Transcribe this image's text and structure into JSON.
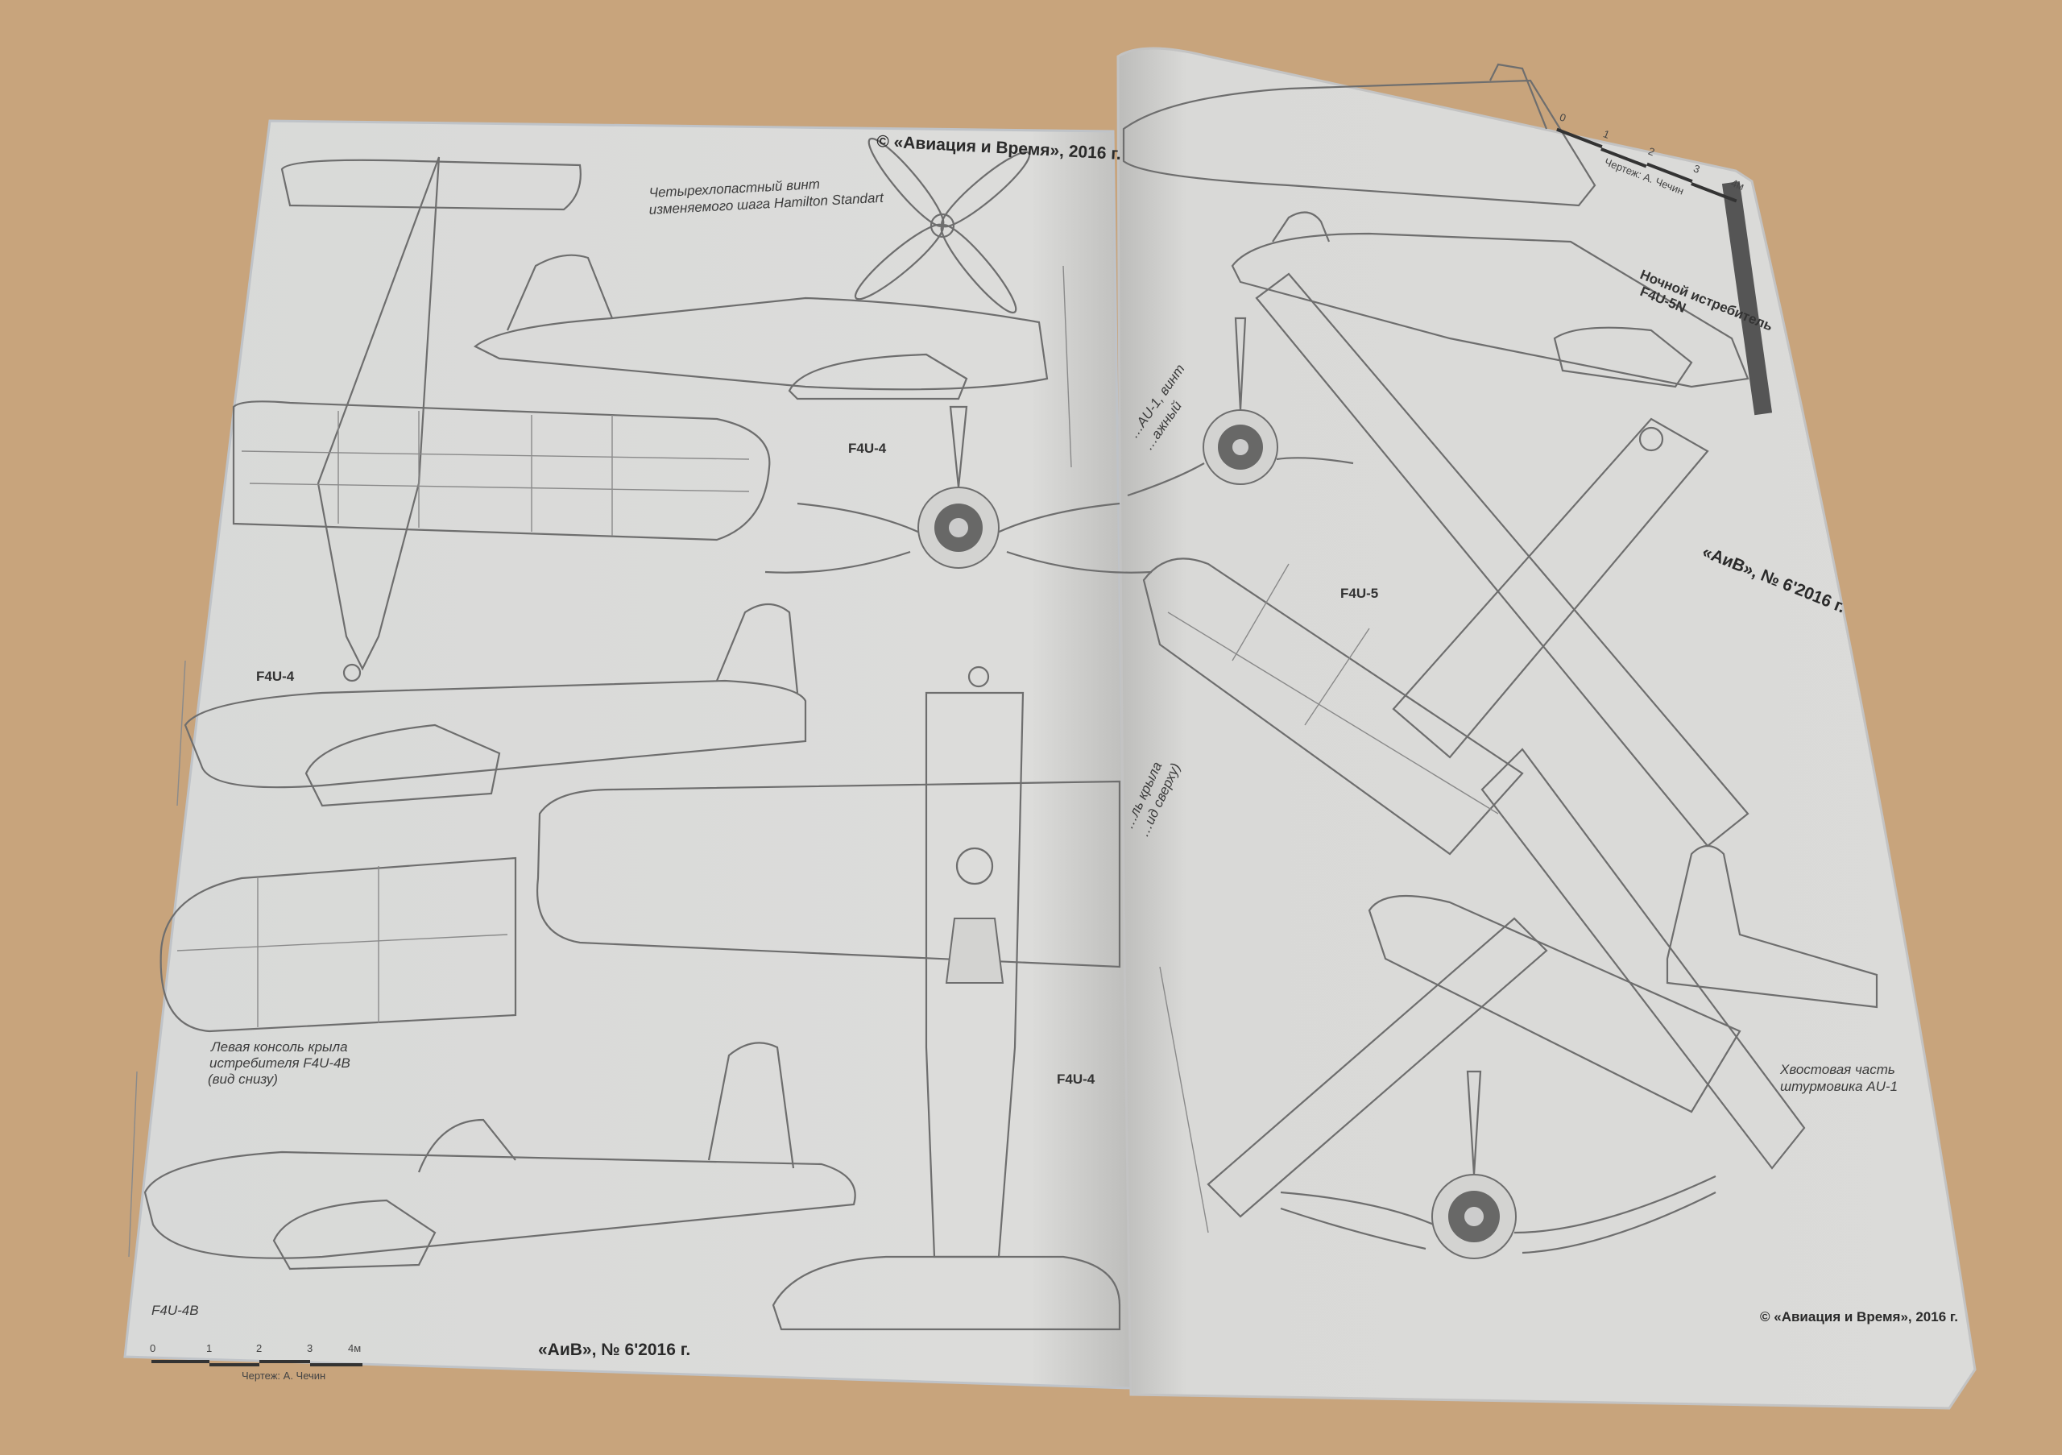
{
  "left_page": {
    "copyright": "© «Авиация и Время», 2016 г.",
    "propeller_caption": [
      "Четырехлопастный винт",
      "изменяемого шага Hamilton Standart"
    ],
    "labels": [
      "F4U-4",
      "F4U-4",
      "F4U-4",
      "F4U-4B"
    ],
    "wing_caption": [
      "Левая консоль крыла",
      "истребителя F4U-4B",
      "(вид снизу)"
    ],
    "scale": {
      "ticks": [
        "0",
        "1",
        "2",
        "3",
        "4м"
      ],
      "author": "Чертеж: А. Чечин"
    },
    "issue": "«АиВ», № 6'2016 г."
  },
  "right_page": {
    "scale": {
      "ticks": [
        "0",
        "1",
        "2",
        "3",
        "4м"
      ],
      "author": "Чертеж: А. Чечин"
    },
    "night_fighter_caption": [
      "Ночной истребитель",
      "F4U-5N"
    ],
    "prop_caption": [
      "…AU-1, винт",
      "…ажный"
    ],
    "wing_caption": [
      "…ль крыла",
      "…ид сверху)"
    ],
    "label_f4u5": "F4U-5",
    "issue": "«АиВ», № 6'2016 г.",
    "tail_caption": [
      "Хвостовая часть",
      "штурмовика AU-1"
    ],
    "copyright": "© «Авиация и Время», 2016 г."
  },
  "colors": {
    "table": "#c8a47c",
    "paper": "#dcdcd9",
    "ink": "#6e6e6e"
  }
}
